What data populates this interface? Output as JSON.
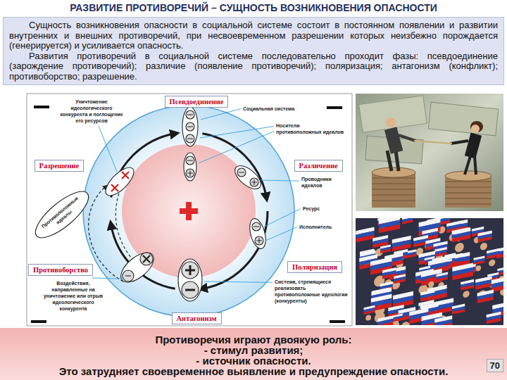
{
  "diagram": {
    "title": "РАЗВИТИЕ ПРОТИВОРЕЧИЙ – СУЩНОСТЬ ВОЗНИКНОВЕНИЯ ОПАСНОСТИ",
    "nodes": [
      {
        "text": [
          "Сущность возникновения опасности в социальной системе состоит в постоянном появлении и развитии внутренних и внешних противоречий, при несвоевременном разрешении которых неизбежно порождается (генерируется) и усиливается опасность.",
          "Развития противоречий в социальной системе последовательно проходит фазы: псевдоединение (зарождение противоречий); различие (появление противоречий); поляризация; антагонизм (конфликт); противоборство; разрешение."
        ]
      },
      {
        "text": [
          "Псевдоединение"
        ]
      },
      {
        "text": [
          "Различение"
        ]
      },
      {
        "text": [
          "Поляризация"
        ]
      },
      {
        "text": [
          "Антагонизм"
        ]
      },
      {
        "text": [
          "Противоборство"
        ]
      },
      {
        "text": [
          "Разрешение"
        ]
      },
      {
        "text": [
          "Противоречия играют двоякую роль:",
          "- стимул развития;",
          "- источник опасности.",
          "Это затрудняет своевременное выявление и предупреждение опасности."
        ]
      },
      {
        "text": [
          "70"
        ],
        "in": 7
      }
    ],
    "labels": [
      "Уничтожение идеологического конкурента и поглощение его ресурсов",
      "Социальная система",
      "Носители противоположных идеалов",
      "Проводники идеалов",
      "Ресурс",
      "Исполнитель",
      "Противоположные идеалы",
      "Воздействия, направленные на уничтожение или отрыв идеологического конкурента",
      "Система, стремящиеся реализовать противоположные идеологии (конкуренты)"
    ]
  }
}
